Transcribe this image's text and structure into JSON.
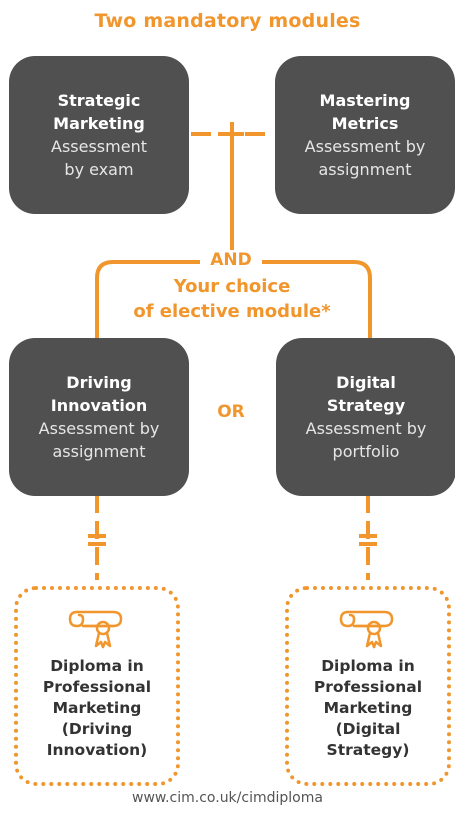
{
  "heading": "Two mandatory modules",
  "mandatory": [
    {
      "title_lines": [
        "Strategic",
        "Marketing"
      ],
      "sub_lines": [
        "Assessment",
        "by exam"
      ]
    },
    {
      "title_lines": [
        "Mastering Metrics"
      ],
      "sub_lines": [
        "Assessment by",
        "assignment"
      ]
    }
  ],
  "connector": {
    "plus": "+",
    "and_label": "AND",
    "choice_lines": [
      "Your choice",
      "of elective module*"
    ],
    "or_label": "OR",
    "equals": "="
  },
  "electives": [
    {
      "title_lines": [
        "Driving",
        "Innovation"
      ],
      "sub_lines": [
        "Assessment by",
        "assignment"
      ]
    },
    {
      "title_lines": [
        "Digital",
        "Strategy"
      ],
      "sub_lines": [
        "Assessment by",
        "portfolio"
      ]
    }
  ],
  "diplomas": [
    {
      "lines": [
        "Diploma in",
        "Professional",
        "Marketing",
        "(Driving",
        "Innovation)"
      ],
      "icon": "certificate-scroll-icon"
    },
    {
      "lines": [
        "Diploma in",
        "Professional",
        "Marketing",
        "(Digital",
        "Strategy)"
      ],
      "icon": "certificate-scroll-icon"
    }
  ],
  "footer_url": "www.cim.co.uk/cimdiploma",
  "colors": {
    "accent": "#f0962d",
    "box": "#505050",
    "text_dark": "#333333"
  }
}
